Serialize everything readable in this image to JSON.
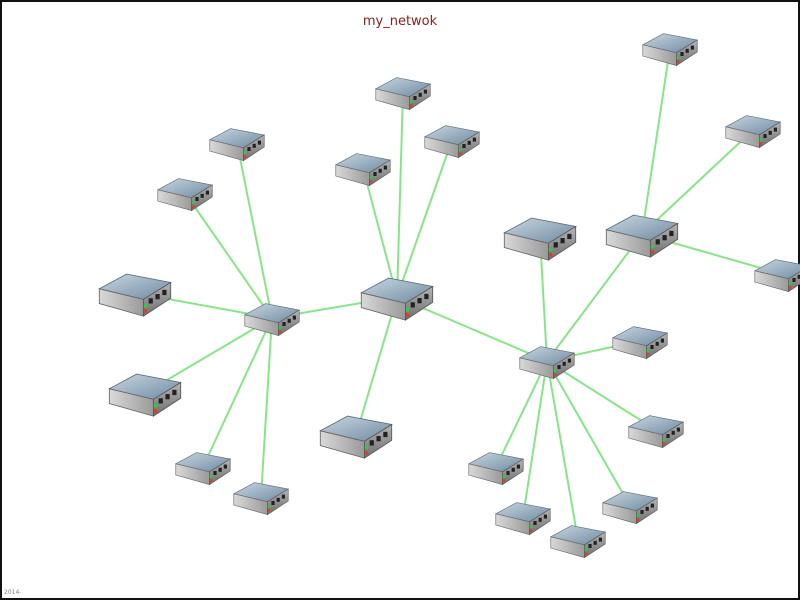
{
  "title": "my_netwok",
  "footer": "2014-",
  "colors": {
    "link": "#86e686",
    "title": "#8b1c1c",
    "device_top": "#9fb3c2",
    "device_body": "#8a8a8a",
    "led_green": "#2ecc40",
    "led_red": "#e03b2b"
  },
  "icon": "network-switch-icon",
  "nodes": [
    {
      "id": "hub-a"
    },
    {
      "id": "hub-b"
    },
    {
      "id": "hub-c"
    },
    {
      "id": "hub-d"
    },
    {
      "id": "a1"
    },
    {
      "id": "a2"
    },
    {
      "id": "a3"
    },
    {
      "id": "a4"
    },
    {
      "id": "a5"
    },
    {
      "id": "a6"
    },
    {
      "id": "b1"
    },
    {
      "id": "b2"
    },
    {
      "id": "b3"
    },
    {
      "id": "b4"
    },
    {
      "id": "c1"
    },
    {
      "id": "c2"
    },
    {
      "id": "c3"
    },
    {
      "id": "c4"
    },
    {
      "id": "c5"
    },
    {
      "id": "c6"
    },
    {
      "id": "c7"
    },
    {
      "id": "d1"
    },
    {
      "id": "d2"
    },
    {
      "id": "d3"
    }
  ],
  "links": [
    [
      "hub-a",
      "hub-b"
    ],
    [
      "hub-b",
      "hub-c"
    ],
    [
      "hub-c",
      "hub-d"
    ],
    [
      "hub-a",
      "a1"
    ],
    [
      "hub-a",
      "a2"
    ],
    [
      "hub-a",
      "a3"
    ],
    [
      "hub-a",
      "a4"
    ],
    [
      "hub-a",
      "a5"
    ],
    [
      "hub-a",
      "a6"
    ],
    [
      "hub-b",
      "b1"
    ],
    [
      "hub-b",
      "b2"
    ],
    [
      "hub-b",
      "b3"
    ],
    [
      "hub-b",
      "b4"
    ],
    [
      "hub-c",
      "c1"
    ],
    [
      "hub-c",
      "c2"
    ],
    [
      "hub-c",
      "c3"
    ],
    [
      "hub-c",
      "c4"
    ],
    [
      "hub-c",
      "c5"
    ],
    [
      "hub-c",
      "c6"
    ],
    [
      "hub-c",
      "c7"
    ],
    [
      "hub-d",
      "d1"
    ],
    [
      "hub-d",
      "d2"
    ],
    [
      "hub-d",
      "d3"
    ]
  ]
}
